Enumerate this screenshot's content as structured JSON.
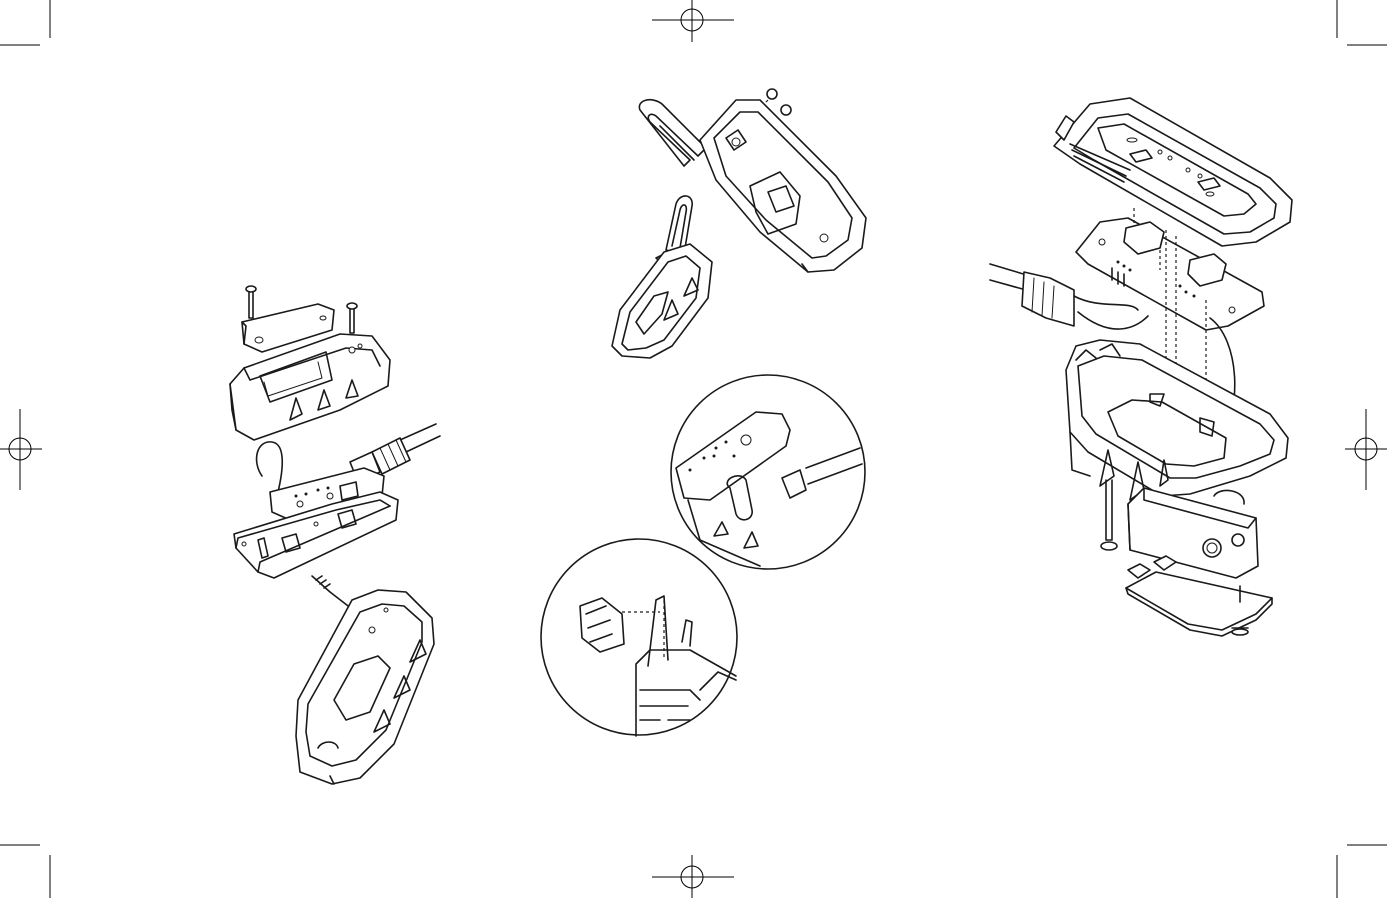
{
  "document": {
    "kind": "exploded assembly illustration",
    "figures": [
      {
        "id": "left",
        "caption": ""
      },
      {
        "id": "center",
        "caption": ""
      },
      {
        "id": "right",
        "caption": ""
      }
    ],
    "callouts": [
      "",
      ""
    ],
    "colors": {
      "line": "#1a1a1a",
      "paper": "#ffffff",
      "crop_marks": "#000000"
    }
  }
}
